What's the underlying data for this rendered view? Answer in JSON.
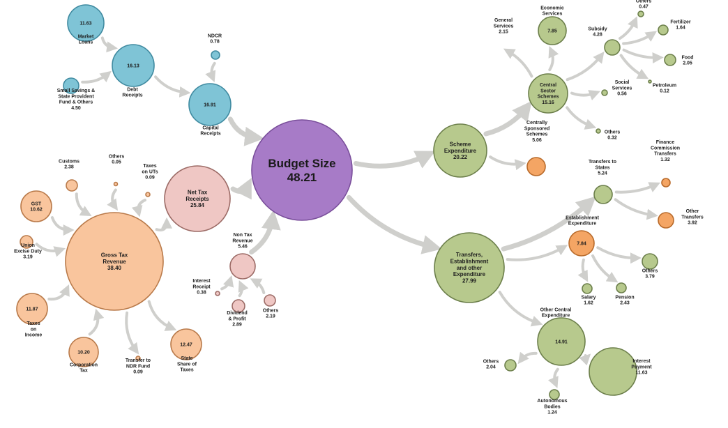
{
  "colors": {
    "blue_fill": "#7fc4d6",
    "blue_stroke": "#3f8aa0",
    "orange_fill": "#f9c59d",
    "orange_stroke": "#b97a4a",
    "pink_fill": "#efc7c4",
    "pink_stroke": "#9c6b66",
    "purple_fill": "#a77bc7",
    "purple_stroke": "#7a4f9b",
    "green_fill": "#b7c98d",
    "green_stroke": "#6c7f4b",
    "deeporange_fill": "#f4a564",
    "deeporange_stroke": "#b86a2a",
    "arrow": "#cfcfcc"
  },
  "nodes": [
    {
      "id": "market_loans",
      "label": "Market\nLoans",
      "value": "11.63",
      "color": "blue"
    },
    {
      "id": "small_savings",
      "label": "Small Savings &\nState Provident\nFund & Others\n4.50",
      "value": "",
      "color": "blue"
    },
    {
      "id": "debt_receipts",
      "label": "Debt\nReceipts",
      "value": "16.13",
      "color": "blue"
    },
    {
      "id": "ndcr",
      "label": "NDCR\n0.78",
      "value": "",
      "color": "blue"
    },
    {
      "id": "capital_receipts",
      "label": "Capital\nReceipts",
      "value": "16.91",
      "color": "blue"
    },
    {
      "id": "customs",
      "label": "Customs\n2.38",
      "value": "",
      "color": "orange"
    },
    {
      "id": "others_tax",
      "label": "Others\n0.05",
      "value": "",
      "color": "orange"
    },
    {
      "id": "taxes_uts",
      "label": "Taxes\non UTs\n0.09",
      "value": "",
      "color": "orange"
    },
    {
      "id": "gst",
      "label": "",
      "value": "GST\n10.62",
      "color": "orange"
    },
    {
      "id": "union_excise",
      "label": "Union\nExcise Duty\n3.19",
      "value": "",
      "color": "orange"
    },
    {
      "id": "taxes_income",
      "label": "Taxes\non\nIncome",
      "value": "11.87",
      "color": "orange"
    },
    {
      "id": "corp_tax",
      "label": "Corporation\nTax",
      "value": "10.20",
      "color": "orange"
    },
    {
      "id": "gross_tax",
      "label": "",
      "value": "Gross Tax\nRevenue\n38.40",
      "color": "orange"
    },
    {
      "id": "ndr_fund",
      "label": "Transfer to\nNDR Fund\n0.09",
      "value": "",
      "color": "orange"
    },
    {
      "id": "state_share",
      "label": "State\nShare of\nTaxes",
      "value": "12.47",
      "color": "orange"
    },
    {
      "id": "net_tax",
      "label": "",
      "value": "Net Tax\nReceipts\n25.84",
      "color": "pink"
    },
    {
      "id": "non_tax",
      "label": "Non Tax\nRevenue\n5.46",
      "value": "",
      "color": "pink"
    },
    {
      "id": "interest_receipt",
      "label": "Interest\nReceipt\n0.38",
      "value": "",
      "color": "pink"
    },
    {
      "id": "dividend",
      "label": "Dividend\n& Profit\n2.89",
      "value": "",
      "color": "pink"
    },
    {
      "id": "others_nontax",
      "label": "Others\n2.19",
      "value": "",
      "color": "pink"
    },
    {
      "id": "budget",
      "label": "",
      "value": "Budget Size\n48.21",
      "color": "purple"
    },
    {
      "id": "scheme_exp",
      "label": "",
      "value": "Scheme\nExpenditure\n20.22",
      "color": "green"
    },
    {
      "id": "css",
      "label": "",
      "value": "Central\nSector\nSchemes\n15.16",
      "color": "green"
    },
    {
      "id": "general_services",
      "label": "General\nServices\n2.15",
      "value": "",
      "color": "green"
    },
    {
      "id": "economic_services",
      "label": "Economic\nServices",
      "value": "7.85",
      "color": "green"
    },
    {
      "id": "subsidy",
      "label": "Subsidy\n4.28",
      "value": "",
      "color": "green"
    },
    {
      "id": "others_sub",
      "label": "Others\n0.47",
      "value": "",
      "color": "green"
    },
    {
      "id": "fertilizer",
      "label": "Fertilizer\n1.64",
      "value": "",
      "color": "green"
    },
    {
      "id": "food",
      "label": "Food\n2.05",
      "value": "",
      "color": "green"
    },
    {
      "id": "petroleum",
      "label": "Petroleum\n0.12",
      "value": "",
      "color": "green"
    },
    {
      "id": "social_services",
      "label": "Social\nServices\n0.56",
      "value": "",
      "color": "green"
    },
    {
      "id": "others_css",
      "label": "Others\n0.32",
      "value": "",
      "color": "green"
    },
    {
      "id": "centrally_sponsored",
      "label": "Centrally\nSponsored\nSchemes\n5.06",
      "value": "",
      "color": "deeporange"
    },
    {
      "id": "transfers_est",
      "label": "",
      "value": "Transfers,\nEstablishment\nand other\nExpenditure\n27.99",
      "color": "green"
    },
    {
      "id": "transfers_states",
      "label": "Transfers to\nStates\n5.24",
      "value": "",
      "color": "green"
    },
    {
      "id": "finance_commission",
      "label": "Finance\nCommission\nTransfers\n1.32",
      "value": "",
      "color": "deeporange"
    },
    {
      "id": "other_transfers",
      "label": "Other\nTransfers\n3.92",
      "value": "",
      "color": "deeporange"
    },
    {
      "id": "establishment",
      "label": "Establishment\nExpenditure",
      "value": "7.84",
      "color": "deeporange"
    },
    {
      "id": "others_est",
      "label": "Others\n3.79",
      "value": "",
      "color": "green"
    },
    {
      "id": "salary",
      "label": "Salary\n1.62",
      "value": "",
      "color": "green"
    },
    {
      "id": "pension",
      "label": "Pension\n2.43",
      "value": "",
      "color": "green"
    },
    {
      "id": "other_central",
      "label": "Other Central\nExpenditure",
      "value": "14.91",
      "color": "green"
    },
    {
      "id": "others_oce",
      "label": "Others\n2.04",
      "value": "",
      "color": "green"
    },
    {
      "id": "interest_payment",
      "label": "Interest\nPayment\n11.63",
      "value": "",
      "color": "green"
    },
    {
      "id": "autonomous",
      "label": "Autonomous\nBodies\n1.24",
      "value": "",
      "color": "green"
    }
  ],
  "edges": [
    [
      "market_loans",
      "debt_receipts"
    ],
    [
      "small_savings",
      "debt_receipts"
    ],
    [
      "debt_receipts",
      "capital_receipts"
    ],
    [
      "ndcr",
      "capital_receipts"
    ],
    [
      "capital_receipts",
      "budget"
    ],
    [
      "customs",
      "gross_tax"
    ],
    [
      "others_tax",
      "gross_tax"
    ],
    [
      "taxes_uts",
      "gross_tax"
    ],
    [
      "gst",
      "gross_tax"
    ],
    [
      "union_excise",
      "gross_tax"
    ],
    [
      "taxes_income",
      "gross_tax"
    ],
    [
      "corp_tax",
      "gross_tax"
    ],
    [
      "gross_tax",
      "ndr_fund"
    ],
    [
      "gross_tax",
      "state_share"
    ],
    [
      "gross_tax",
      "net_tax"
    ],
    [
      "net_tax",
      "budget"
    ],
    [
      "interest_receipt",
      "non_tax"
    ],
    [
      "dividend",
      "non_tax"
    ],
    [
      "others_nontax",
      "non_tax"
    ],
    [
      "non_tax",
      "budget"
    ],
    [
      "budget",
      "scheme_exp"
    ],
    [
      "budget",
      "transfers_est"
    ],
    [
      "scheme_exp",
      "css"
    ],
    [
      "scheme_exp",
      "centrally_sponsored"
    ],
    [
      "css",
      "general_services"
    ],
    [
      "css",
      "economic_services"
    ],
    [
      "css",
      "subsidy"
    ],
    [
      "css",
      "social_services"
    ],
    [
      "css",
      "others_css"
    ],
    [
      "subsidy",
      "others_sub"
    ],
    [
      "subsidy",
      "fertilizer"
    ],
    [
      "subsidy",
      "food"
    ],
    [
      "subsidy",
      "petroleum"
    ],
    [
      "transfers_est",
      "transfers_states"
    ],
    [
      "transfers_est",
      "establishment"
    ],
    [
      "transfers_est",
      "other_central"
    ],
    [
      "transfers_states",
      "finance_commission"
    ],
    [
      "transfers_states",
      "other_transfers"
    ],
    [
      "establishment",
      "others_est"
    ],
    [
      "establishment",
      "salary"
    ],
    [
      "establishment",
      "pension"
    ],
    [
      "other_central",
      "others_oce"
    ],
    [
      "other_central",
      "interest_payment"
    ],
    [
      "other_central",
      "autonomous"
    ]
  ]
}
